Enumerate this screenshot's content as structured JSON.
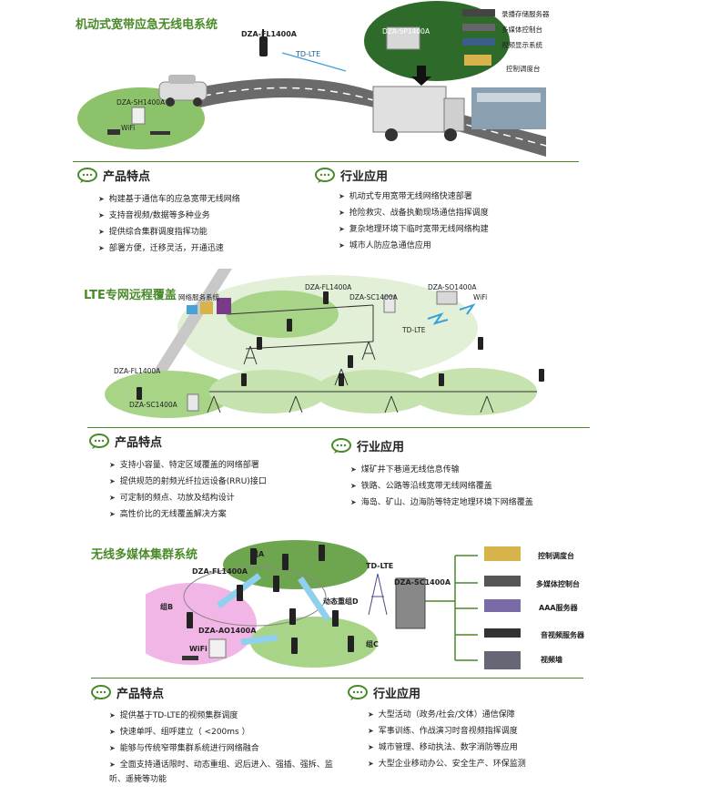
{
  "section1": {
    "title": "机动式宽带应急无线电系统",
    "labels": {
      "fl": "DZA-FL1400A",
      "tdlte": "TD-LTE",
      "sp": "DZA-SP1400A",
      "sh": "DZA-SH1400A",
      "wifi": "WiFi",
      "s1": "录播存储服务器",
      "s2": "多媒体控制台",
      "s3": "视频显示系统",
      "s4": "控制调度台"
    },
    "features_heading": "产品特点",
    "features": [
      "构建基于通信车的应急宽带无线网络",
      "支持音视频/数据等多种业务",
      "提供综合集群调度指挥功能",
      "部署方便，迁移灵活，开通迅速"
    ],
    "apps_heading": "行业应用",
    "apps": [
      "机动式专用宽带无线网络快速部署",
      "抢险救灾、战备执勤现场通信指挥调度",
      "复杂地理环境下临时宽带无线网络构建",
      "城市人防应急通信应用"
    ]
  },
  "section2": {
    "title": "LTE专网远程覆盖",
    "labels": {
      "srv": "网络服务系统",
      "fl_top": "DZA-FL1400A",
      "sc_top": "DZA-SC1400A",
      "so": "DZA-SO1400A",
      "wifi": "WiFi",
      "tdlte": "TD-LTE",
      "fl_left": "DZA-FL1400A",
      "sc_left": "DZA-SC1400A"
    },
    "features_heading": "产品特点",
    "features": [
      "支持小容量、特定区域覆盖的网络部署",
      "提供规范的射频光纤拉远设备(RRU)接口",
      "可定制的频点、功放及结构设计",
      "高性价比的无线覆盖解决方案"
    ],
    "apps_heading": "行业应用",
    "apps": [
      "煤矿井下巷道无线信息传输",
      "铁路、公路等沿线宽带无线网络覆盖",
      "海岛、矿山、边海防等特定地理环境下网络覆盖"
    ]
  },
  "section3": {
    "title": "无线多媒体集群系统",
    "labels": {
      "groupA": "组A",
      "groupB": "组B",
      "groupC": "组C",
      "dynamic": "动态重组D",
      "fl": "DZA-FL1400A",
      "ao": "DZA-AO1400A",
      "wifi": "WiFi",
      "tdlte": "TD-LTE",
      "sc": "DZA-SC1400A",
      "r1": "控制调度台",
      "r2": "多媒体控制台",
      "r3": "AAA服务器",
      "r4": "音视频服务器",
      "r5": "视频墙"
    },
    "features_heading": "产品特点",
    "features": [
      "提供基于TD-LTE的视频集群调度",
      "快速单呼、组呼建立（ <200ms ）",
      "能够与传统窄带集群系统进行网络融合",
      "全面支持通话限时、动态重组、迟后进入、强插、强拆、监"
    ],
    "features_cont": "听、遥毙等功能",
    "apps_heading": "行业应用",
    "apps": [
      "大型活动（政务/社会/文体）通信保障",
      "军事训练、作战演习时音视频指挥调度",
      "城市管理、移动执法、数字消防等应用",
      "大型企业移动办公、安全生产、环保监测"
    ]
  },
  "colors": {
    "accent": "#4a8a2a",
    "ellipse_green": "#8cc36a",
    "ellipse_pink": "#f2b6e6",
    "arrow_blue": "#8fd0ef"
  }
}
